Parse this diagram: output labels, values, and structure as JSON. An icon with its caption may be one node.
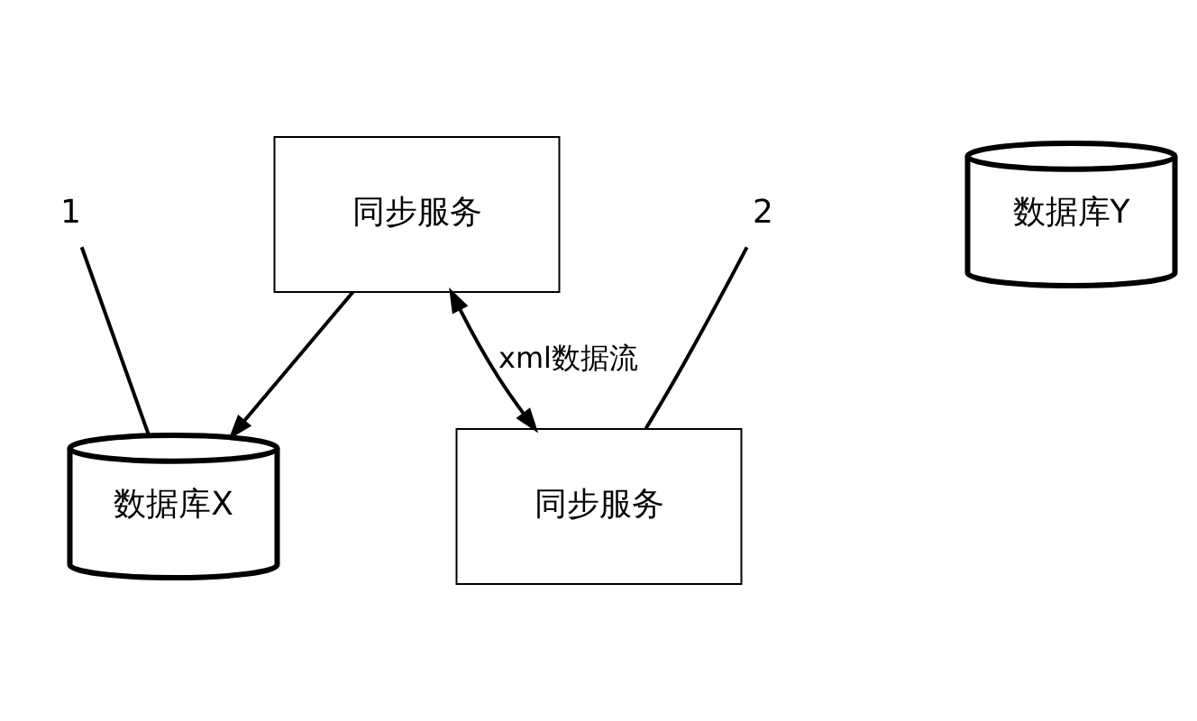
{
  "diagram": {
    "nodes": [
      {
        "text": [
          "1"
        ]
      },
      {
        "text": [
          "数据库X"
        ]
      },
      {
        "text": [
          "2"
        ]
      },
      {
        "text": [
          "同步服务"
        ]
      },
      {
        "text": [
          "数据库Y"
        ]
      },
      {
        "text": [
          "同步服务"
        ]
      }
    ],
    "edges": [
      {
        "from": 0,
        "to": 1,
        "arrow": "none"
      },
      {
        "from": 2,
        "to": 3,
        "arrow": "none"
      },
      {
        "from": 5,
        "to": 1,
        "arrow": "to"
      },
      {
        "from": 5,
        "to": 3,
        "arrow": "both",
        "label": "xml数据流"
      }
    ]
  }
}
